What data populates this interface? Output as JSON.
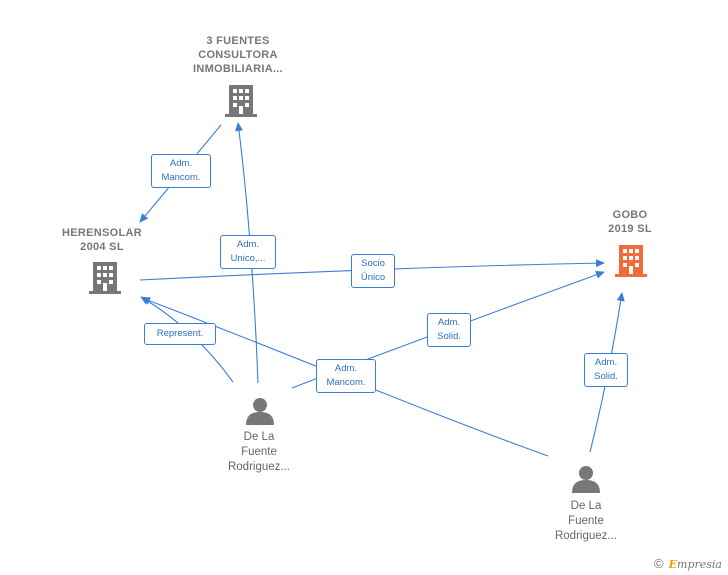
{
  "nodes": {
    "consultora": {
      "lines": [
        "3 FUENTES",
        "CONSULTORA",
        "INMOBILIARIA..."
      ],
      "color": "#777777"
    },
    "herensolar": {
      "lines": [
        "HERENSOLAR",
        "2004  SL"
      ],
      "color": "#777777"
    },
    "gobo": {
      "lines": [
        "GOBO",
        "2019  SL"
      ],
      "color": "#f26b3a"
    },
    "person1": {
      "lines": [
        "De La",
        "Fuente",
        "Rodriguez..."
      ]
    },
    "person2": {
      "lines": [
        "De La",
        "Fuente",
        "Rodriguez..."
      ]
    }
  },
  "edges": {
    "adm_mancom_top": [
      "Adm.",
      "Mancom."
    ],
    "adm_unico": [
      "Adm.",
      "Unico,..."
    ],
    "socio_unico": [
      "Socio",
      "Único"
    ],
    "represent": [
      "Represent."
    ],
    "adm_solid_mid": [
      "Adm.",
      "Solid."
    ],
    "adm_mancom_mid": [
      "Adm.",
      "Mancom."
    ],
    "adm_solid_right": [
      "Adm.",
      "Solid."
    ]
  },
  "colors": {
    "edge": "#3a7fd5",
    "company": "#777777",
    "highlight": "#f26b3a",
    "person": "#777777"
  },
  "footer": {
    "symbol": "©",
    "brand_first": "E",
    "brand_rest": "mpresia"
  }
}
